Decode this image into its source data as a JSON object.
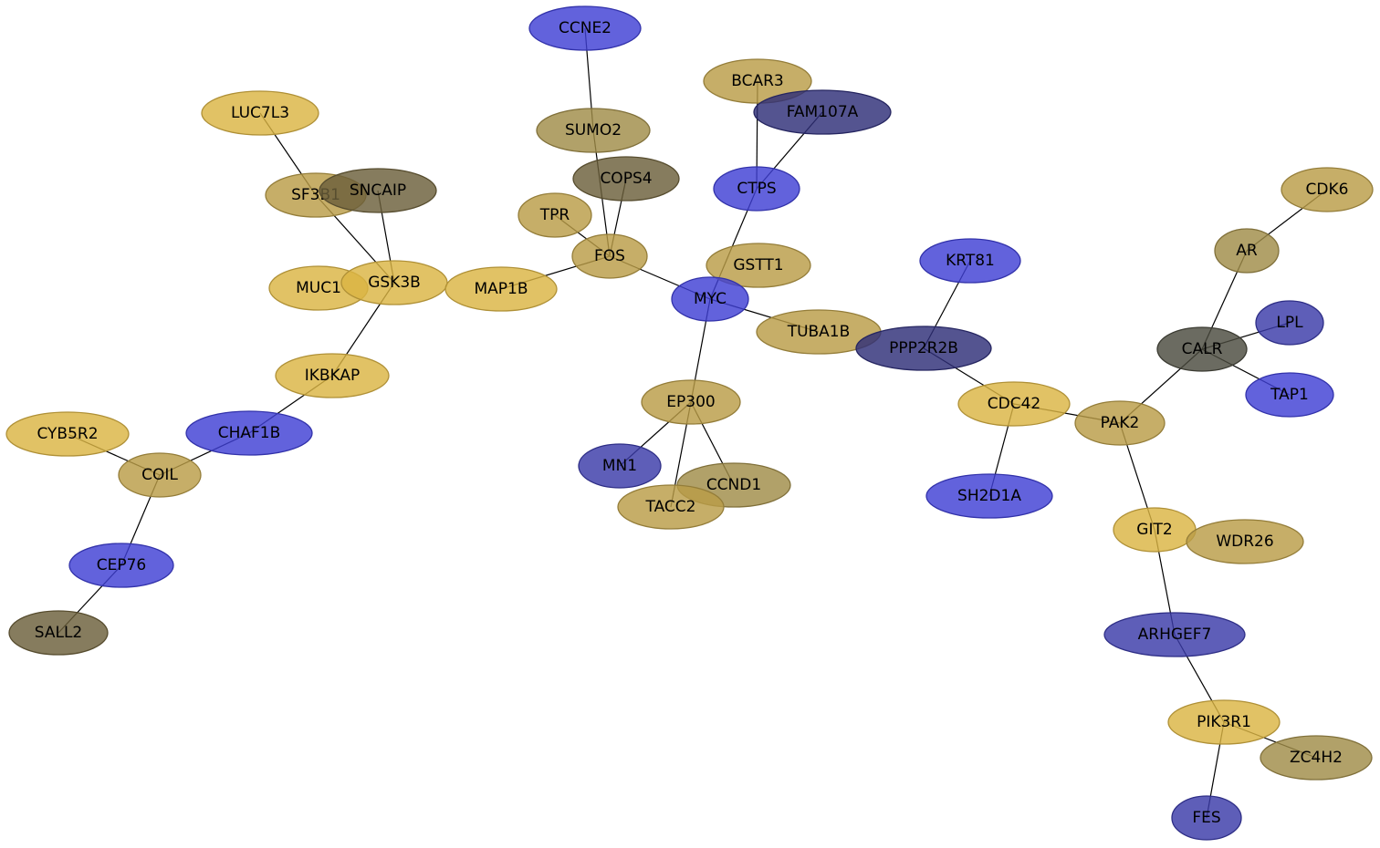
{
  "colors": {
    "gold": "#dbb443",
    "tan": "#b99c47",
    "olive": "#a08c48",
    "dark_olive": "#6b5f3a",
    "gray": "#4a4a3e",
    "blue": "#3f3fd4",
    "slate_blue": "#3a3aa8",
    "dark_slate": "#2e2e78",
    "edge": "#000000"
  },
  "nodes": [
    {
      "id": "CCNE2",
      "label": "CCNE2",
      "color": "blue"
    },
    {
      "id": "SUMO2",
      "label": "SUMO2",
      "color": "olive"
    },
    {
      "id": "BCAR3",
      "label": "BCAR3",
      "color": "tan"
    },
    {
      "id": "FAM107A",
      "label": "FAM107A",
      "color": "dark_slate"
    },
    {
      "id": "LUC7L3",
      "label": "LUC7L3",
      "color": "gold"
    },
    {
      "id": "SF3B1",
      "label": "SF3B1",
      "color": "tan"
    },
    {
      "id": "SNCAIP",
      "label": "SNCAIP",
      "color": "dark_olive"
    },
    {
      "id": "COPS4",
      "label": "COPS4",
      "color": "dark_olive"
    },
    {
      "id": "CTPS",
      "label": "CTPS",
      "color": "blue"
    },
    {
      "id": "CDK6",
      "label": "CDK6",
      "color": "tan"
    },
    {
      "id": "TPR",
      "label": "TPR",
      "color": "tan"
    },
    {
      "id": "FOS",
      "label": "FOS",
      "color": "tan"
    },
    {
      "id": "KRT81",
      "label": "KRT81",
      "color": "blue"
    },
    {
      "id": "AR",
      "label": "AR",
      "color": "olive"
    },
    {
      "id": "GSTT1",
      "label": "GSTT1",
      "color": "tan"
    },
    {
      "id": "MUC1",
      "label": "MUC1",
      "color": "gold"
    },
    {
      "id": "GSK3B",
      "label": "GSK3B",
      "color": "gold"
    },
    {
      "id": "MAP1B",
      "label": "MAP1B",
      "color": "gold"
    },
    {
      "id": "MYC",
      "label": "MYC",
      "color": "blue"
    },
    {
      "id": "LPL",
      "label": "LPL",
      "color": "slate_blue"
    },
    {
      "id": "TUBA1B",
      "label": "TUBA1B",
      "color": "tan"
    },
    {
      "id": "PPP2R2B",
      "label": "PPP2R2B",
      "color": "dark_slate"
    },
    {
      "id": "CALR",
      "label": "CALR",
      "color": "gray"
    },
    {
      "id": "IKBKAP",
      "label": "IKBKAP",
      "color": "gold"
    },
    {
      "id": "TAP1",
      "label": "TAP1",
      "color": "blue"
    },
    {
      "id": "EP300",
      "label": "EP300",
      "color": "tan"
    },
    {
      "id": "CDC42",
      "label": "CDC42",
      "color": "gold"
    },
    {
      "id": "PAK2",
      "label": "PAK2",
      "color": "tan"
    },
    {
      "id": "CYB5R2",
      "label": "CYB5R2",
      "color": "gold"
    },
    {
      "id": "CHAF1B",
      "label": "CHAF1B",
      "color": "blue"
    },
    {
      "id": "COIL",
      "label": "COIL",
      "color": "tan"
    },
    {
      "id": "MN1",
      "label": "MN1",
      "color": "slate_blue"
    },
    {
      "id": "CCND1",
      "label": "CCND1",
      "color": "olive"
    },
    {
      "id": "TACC2",
      "label": "TACC2",
      "color": "tan"
    },
    {
      "id": "SH2D1A",
      "label": "SH2D1A",
      "color": "blue"
    },
    {
      "id": "GIT2",
      "label": "GIT2",
      "color": "gold"
    },
    {
      "id": "WDR26",
      "label": "WDR26",
      "color": "tan"
    },
    {
      "id": "CEP76",
      "label": "CEP76",
      "color": "blue"
    },
    {
      "id": "SALL2",
      "label": "SALL2",
      "color": "dark_olive"
    },
    {
      "id": "ARHGEF7",
      "label": "ARHGEF7",
      "color": "slate_blue"
    },
    {
      "id": "PIK3R1",
      "label": "PIK3R1",
      "color": "gold"
    },
    {
      "id": "ZC4H2",
      "label": "ZC4H2",
      "color": "olive"
    },
    {
      "id": "FES",
      "label": "FES",
      "color": "slate_blue"
    }
  ],
  "edges": [
    [
      "CCNE2",
      "SUMO2"
    ],
    [
      "SUMO2",
      "FOS"
    ],
    [
      "COPS4",
      "FOS"
    ],
    [
      "TPR",
      "FOS"
    ],
    [
      "FOS",
      "MAP1B"
    ],
    [
      "FOS",
      "MYC"
    ],
    [
      "BCAR3",
      "CTPS"
    ],
    [
      "FAM107A",
      "CTPS"
    ],
    [
      "CTPS",
      "MYC"
    ],
    [
      "MYC",
      "TUBA1B"
    ],
    [
      "MYC",
      "EP300"
    ],
    [
      "EP300",
      "MN1"
    ],
    [
      "EP300",
      "CCND1"
    ],
    [
      "EP300",
      "TACC2"
    ],
    [
      "LUC7L3",
      "SF3B1"
    ],
    [
      "SF3B1",
      "GSK3B"
    ],
    [
      "SNCAIP",
      "GSK3B"
    ],
    [
      "GSK3B",
      "IKBKAP"
    ],
    [
      "IKBKAP",
      "CHAF1B"
    ],
    [
      "CHAF1B",
      "COIL"
    ],
    [
      "CYB5R2",
      "COIL"
    ],
    [
      "COIL",
      "CEP76"
    ],
    [
      "CEP76",
      "SALL2"
    ],
    [
      "KRT81",
      "PPP2R2B"
    ],
    [
      "PPP2R2B",
      "CDC42"
    ],
    [
      "CDC42",
      "SH2D1A"
    ],
    [
      "CDC42",
      "PAK2"
    ],
    [
      "PAK2",
      "CALR"
    ],
    [
      "CALR",
      "AR"
    ],
    [
      "AR",
      "CDK6"
    ],
    [
      "CALR",
      "LPL"
    ],
    [
      "CALR",
      "TAP1"
    ],
    [
      "PAK2",
      "GIT2"
    ],
    [
      "GIT2",
      "ARHGEF7"
    ],
    [
      "ARHGEF7",
      "PIK3R1"
    ],
    [
      "PIK3R1",
      "ZC4H2"
    ],
    [
      "PIK3R1",
      "FES"
    ]
  ]
}
